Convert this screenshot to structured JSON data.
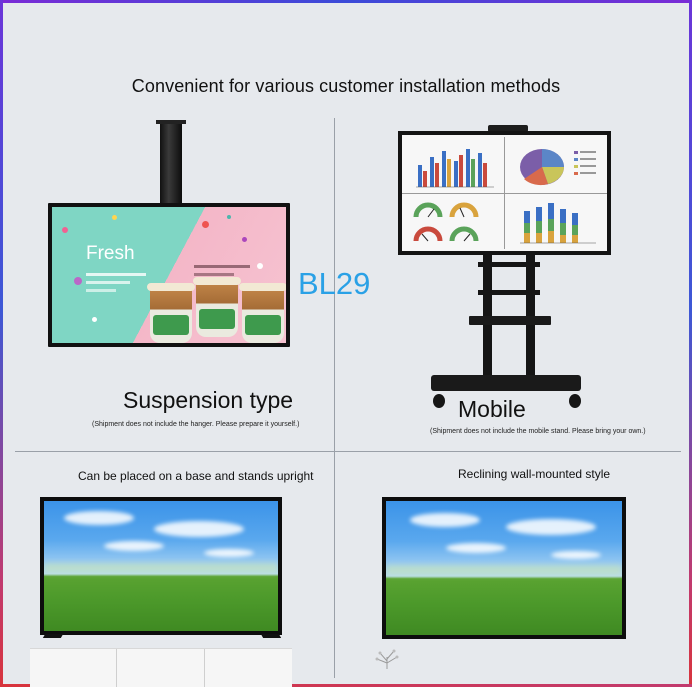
{
  "header": {
    "title": "Convenient for various customer installation methods"
  },
  "model_label": "BL29",
  "sections": {
    "suspension": {
      "label": "Suspension type",
      "note": "(Shipment does not include the hanger. Please prepare it yourself.)",
      "screen_text": "Fresh"
    },
    "mobile": {
      "label": "Mobile",
      "note": "(Shipment does not include the mobile stand. Please bring your own.)"
    },
    "base": {
      "label": "Can be placed on a base and stands upright"
    },
    "wall": {
      "label": "Reclining wall-mounted style"
    }
  },
  "colors": {
    "model_label": "#2aa1e6",
    "frame_start": "#7a2bd6",
    "frame_end": "#d8343c",
    "background": "#e6e9ed"
  }
}
